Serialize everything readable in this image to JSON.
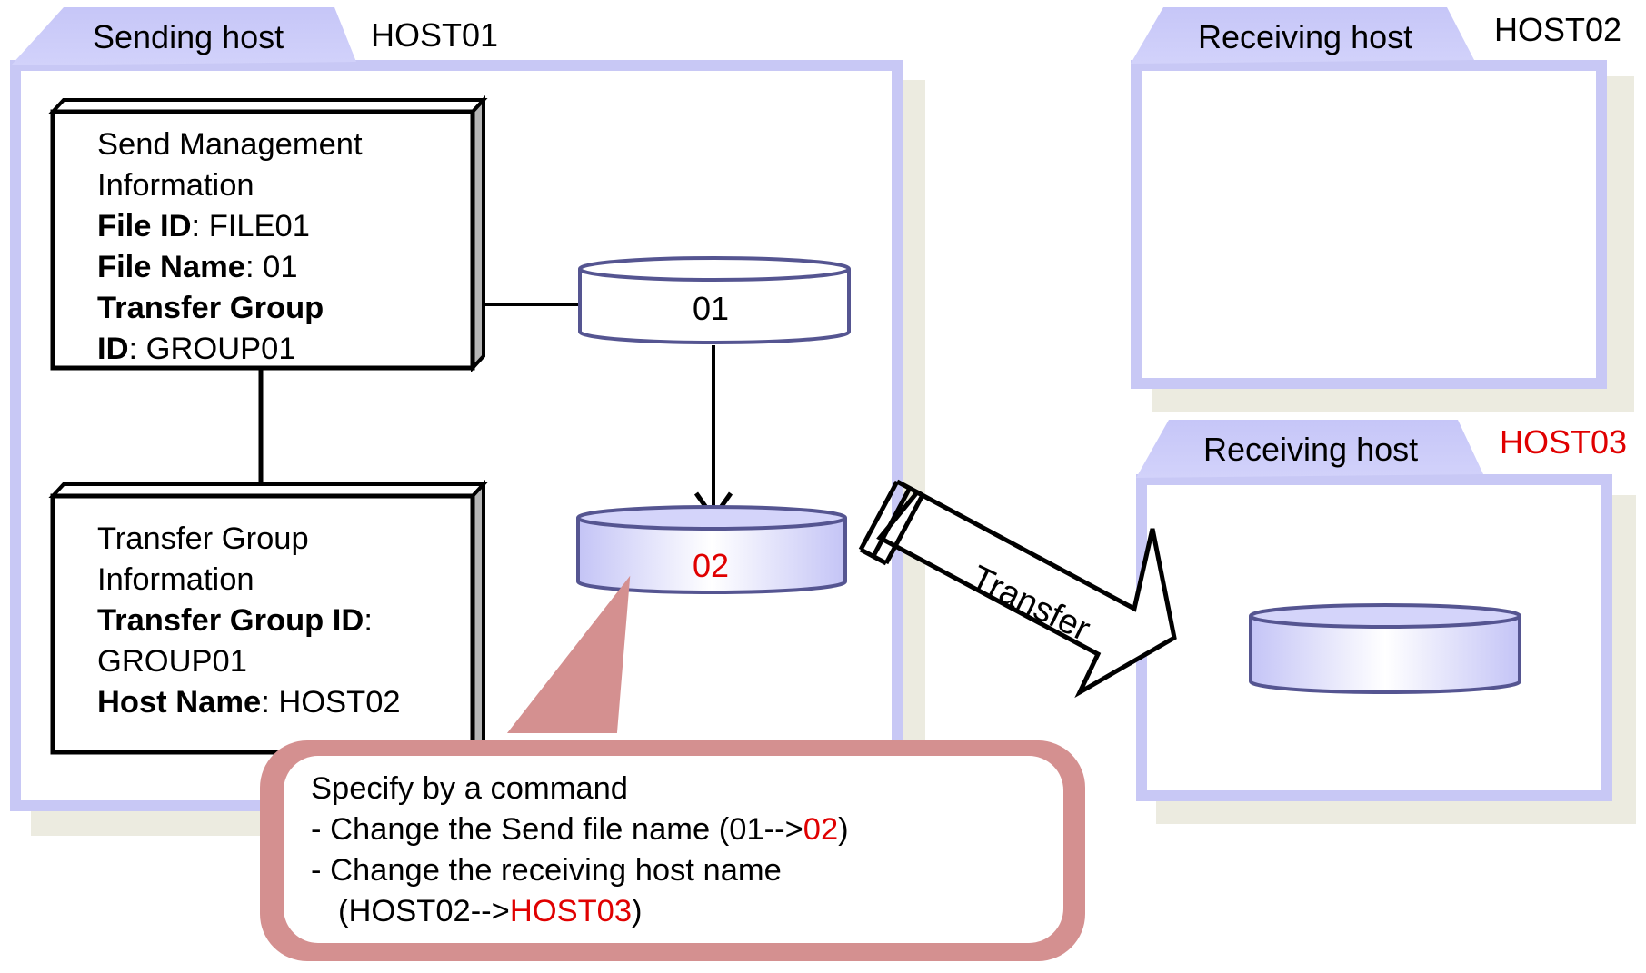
{
  "sending_host": {
    "tab_label": "Sending host",
    "host_name": "HOST01",
    "send_management_info": {
      "title_line1": "Send Management",
      "title_line2": "Information",
      "file_id_label": "File ID",
      "file_id_value": ": FILE01",
      "file_name_label": "File Name",
      "file_name_value": ": 01",
      "transfer_group_label_line1": "Transfer Group",
      "transfer_group_label_line2": "ID",
      "transfer_group_value": ": GROUP01"
    },
    "transfer_group_info": {
      "title_line1": "Transfer Group",
      "title_line2": "Information",
      "transfer_group_id_label": "Transfer Group ID",
      "transfer_group_id_sep": ":",
      "transfer_group_id_value": "GROUP01",
      "host_name_label": "Host Name",
      "host_name_value": ": HOST02"
    },
    "file_original": "01",
    "file_renamed": "02"
  },
  "receiving_host_1": {
    "tab_label": "Receiving host",
    "host_name": "HOST02"
  },
  "receiving_host_2": {
    "tab_label": "Receiving host",
    "host_name": "HOST03"
  },
  "transfer_arrow_label": "Transfer",
  "callout": {
    "line1": "Specify by a command",
    "line2_prefix": "- Change the Send file name (01-->",
    "line2_highlight": "02",
    "line2_suffix": ")",
    "line3": "- Change the receiving host name",
    "line4_prefix": "(HOST02-->",
    "line4_highlight": "HOST03",
    "line4_suffix": ")"
  },
  "colors": {
    "panel_border": "#c8c8f5",
    "panel_shadow": "#ecebe0",
    "highlight_red": "#e00000",
    "callout_fill": "#d49090",
    "disk_stroke": "#555591",
    "disk_fill": "#d4d4fa"
  }
}
